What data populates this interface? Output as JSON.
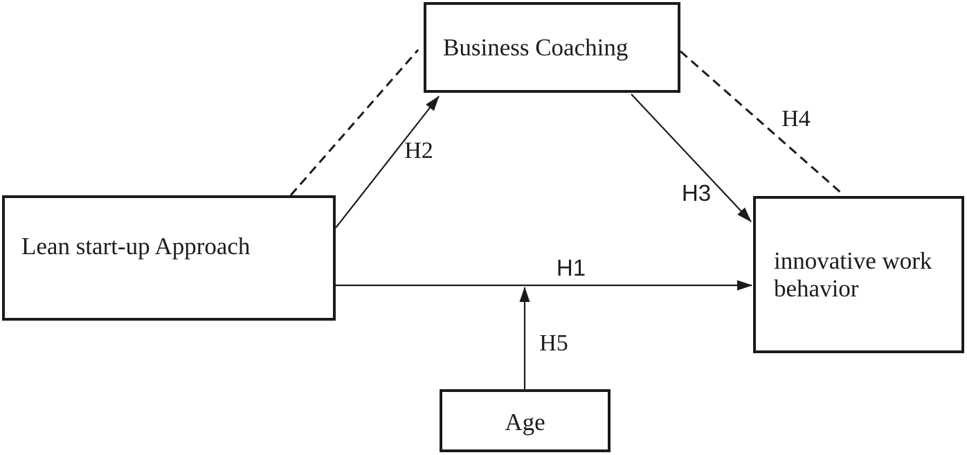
{
  "figure": {
    "colors": {
      "ink": "#1b1b1b",
      "background": "#ffffff"
    },
    "nodes": {
      "lean_startup": {
        "label": "Lean start-up Approach"
      },
      "business_coaching": {
        "label": "Business Coaching"
      },
      "innovative_work": {
        "label": "innovative work behavior"
      },
      "age": {
        "label": "Age"
      }
    },
    "edges": {
      "h1": {
        "label": "H1",
        "from": "lean_startup",
        "to": "innovative_work",
        "line": "solid-arrow"
      },
      "h2": {
        "label": "H2",
        "from": "lean_startup",
        "to": "business_coaching",
        "line": "solid-arrow"
      },
      "h3": {
        "label": "H3",
        "from": "business_coaching",
        "to": "innovative_work",
        "line": "solid-arrow"
      },
      "h4": {
        "label": "H4",
        "from": "business_coaching",
        "to": "innovative_work",
        "line": "dashed"
      },
      "h5": {
        "label": "H5",
        "from": "age",
        "to": "h1-path",
        "line": "solid-arrow"
      },
      "mediation_dashed": {
        "label": "",
        "from": "lean_startup",
        "to": "business_coaching",
        "line": "dashed"
      }
    }
  }
}
